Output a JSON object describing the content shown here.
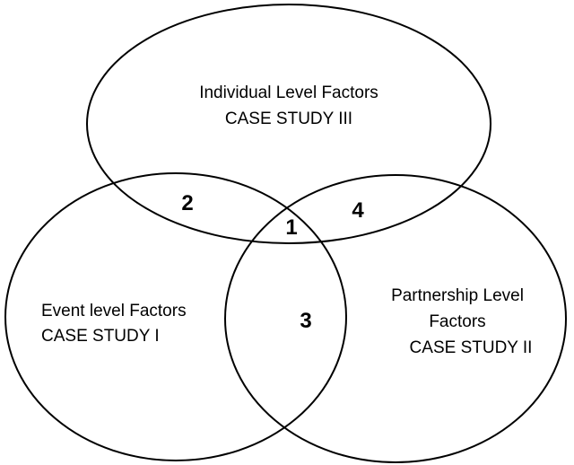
{
  "sets": {
    "individual": {
      "line1": "Individual Level Factors",
      "line2": "CASE STUDY III"
    },
    "event": {
      "line1": "Event level Factors",
      "line2": "CASE STUDY I"
    },
    "partnership": {
      "line1": "Partnership Level",
      "line2": "Factors",
      "line3": "CASE STUDY II"
    }
  },
  "regions": {
    "center": "1",
    "event_individual": "2",
    "event_partnership": "3",
    "individual_partnership": "4"
  },
  "colors": {
    "stroke": "#000000",
    "background": "#ffffff"
  }
}
